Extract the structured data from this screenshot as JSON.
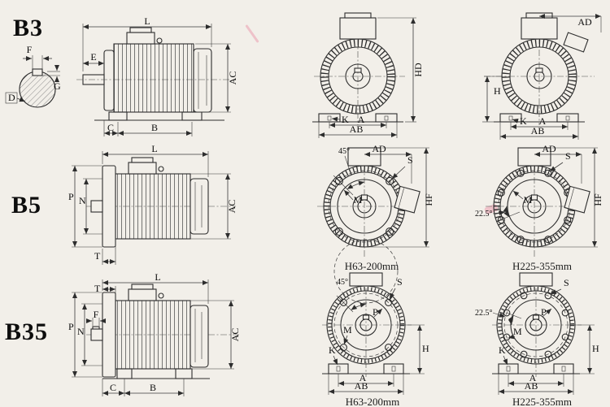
{
  "b3": {
    "label": "B3",
    "shaft": {
      "f": "F",
      "g": "G",
      "d": "D"
    },
    "side": {
      "l": "L",
      "e": "E",
      "ac": "AC",
      "c": "C",
      "b": "B"
    },
    "front_fan": {
      "hd": "HD",
      "k": "K",
      "a": "A",
      "ab": "AB"
    },
    "front_drive": {
      "ad": "AD",
      "h": "H",
      "k": "K",
      "a": "A",
      "ab": "AB"
    }
  },
  "b5": {
    "label": "B5",
    "side": {
      "l": "L",
      "p": "P",
      "n": "N",
      "t": "T",
      "ac": "AC"
    },
    "flange_small": {
      "angle": "45°",
      "ad": "AD",
      "s": "S",
      "m": "M",
      "hf": "HF",
      "caption": "H63-200mm"
    },
    "flange_large": {
      "ad": "AD",
      "s": "S",
      "angle": "22.5°",
      "m": "M",
      "hf": "HF",
      "caption": "H225-355mm"
    }
  },
  "b35": {
    "label": "B35",
    "side": {
      "t": "T",
      "l": "L",
      "p": "P",
      "n": "N",
      "f": "F",
      "ac": "AC",
      "c": "C",
      "b": "B"
    },
    "flange_small": {
      "angle": "45°",
      "s": "S",
      "p": "P",
      "m": "M",
      "h": "H",
      "k": "K",
      "a": "A",
      "ab": "AB",
      "caption": "H63-200mm"
    },
    "flange_large": {
      "angle": "22.5°",
      "s": "S",
      "p": "P",
      "m": "M",
      "h": "H",
      "k": "K",
      "a": "A",
      "ab": "AB",
      "caption": "H225-355mm"
    }
  }
}
